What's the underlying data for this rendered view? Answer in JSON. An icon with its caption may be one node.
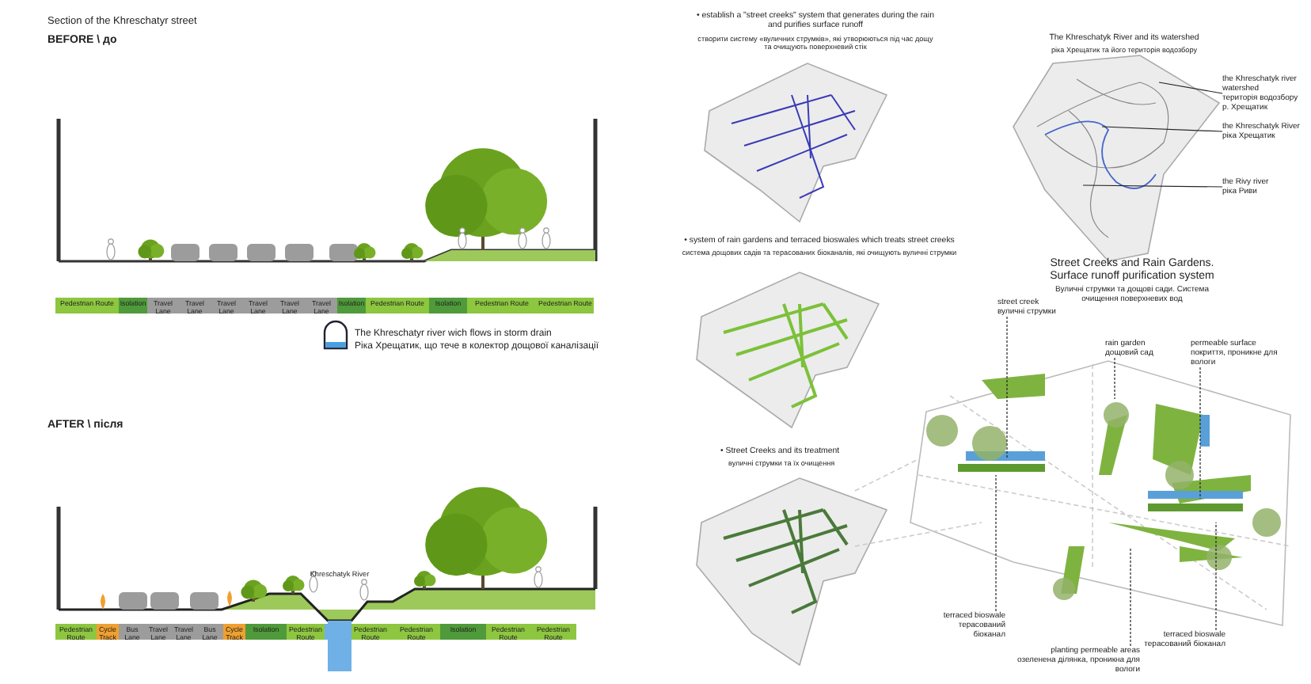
{
  "diagram": {
    "nodes": [
      {
        "text": [
          "the Khreschatyk river watershed",
          "територія водозбору р. Хрещатик"
        ]
      },
      {
        "text": [
          "the Khreschatyk River",
          "ріка Хрещатик"
        ]
      },
      {
        "text": [
          "the Rivy river",
          "ріка Риви"
        ]
      },
      {
        "text": [
          "street creek",
          "вуличні струмки"
        ]
      },
      {
        "text": [
          "rain garden",
          "дощовий сад"
        ]
      },
      {
        "text": [
          "permeable surface",
          "покриття, проникне для вологи"
        ]
      },
      {
        "text": [
          "terraced bioswale",
          "терасований біоканал"
        ]
      },
      {
        "text": [
          "planting permeable areas",
          "озеленена ділянка, проникна для вологи"
        ]
      },
      {
        "text": [
          "terraced bioswale",
          "терасований біоканал"
        ]
      }
    ],
    "edges": [
      {
        "from": 0,
        "to": null,
        "arrow": "none"
      },
      {
        "from": 1,
        "to": null,
        "arrow": "none"
      },
      {
        "from": 2,
        "to": null,
        "arrow": "none"
      },
      {
        "from": 3,
        "to": null,
        "arrow": "none",
        "style": "dashed"
      },
      {
        "from": 4,
        "to": null,
        "arrow": "none",
        "style": "dashed"
      },
      {
        "from": 5,
        "to": null,
        "arrow": "none",
        "style": "dashed"
      },
      {
        "from": 6,
        "to": null,
        "arrow": "none",
        "style": "dashed"
      },
      {
        "from": 7,
        "to": null,
        "arrow": "none",
        "style": "dashed"
      },
      {
        "from": 8,
        "to": null,
        "arrow": "none",
        "style": "dashed"
      }
    ],
    "labels": [
      "Section of the Khreschatyr street",
      "BEFORE \\ до",
      "Pedestrian Route",
      "Isolation",
      "Travel Lane",
      "Travel Lane",
      "Travel Lane",
      "Travel Lane",
      "Travel Lane",
      "Travel Lane",
      "Isolation",
      "Pedestrian Route",
      "Isolation",
      "Pedestrian Route",
      "Pedestrian Route",
      "The Khreschatyr river wich flows in storm drain",
      "Ріка Хрещатик, що тече в колектор дощової каналізації",
      "AFTER \\ після",
      "Khreschatyk River",
      "Pedestrian Route",
      "Cycle Track",
      "Bus Lane",
      "Travel Lane",
      "Travel Lane",
      "Bus Lane",
      "Cycle Track",
      "Isolation",
      "Pedestrian Route",
      "Pedestrian Route",
      "Pedestrian Route",
      "Isolation",
      "Pedestrian Route",
      "Pedestrian Route",
      "• establish a \"street creeks\" system that generates during the rain and purifies surface runoff",
      "створити систему «вуличних струмків», які утворюються під час дощу та очищують поверхневий стік",
      "The Khreschatyk River and its watershed",
      "ріка Хрещатик та його територія водозбору",
      "• system of rain gardens and terraced bioswales which treats street creeks",
      "система дощових садів та терасованих біоканалів, які очищують вуличні струмки",
      "Street Creeks and Rain Gardens. Surface runoff purification system",
      "Вуличні струмки та дощові сади. Система очищення поверхневих вод",
      "• Street Creeks and its treatment",
      "вуличні струмки та їх очищення"
    ]
  }
}
